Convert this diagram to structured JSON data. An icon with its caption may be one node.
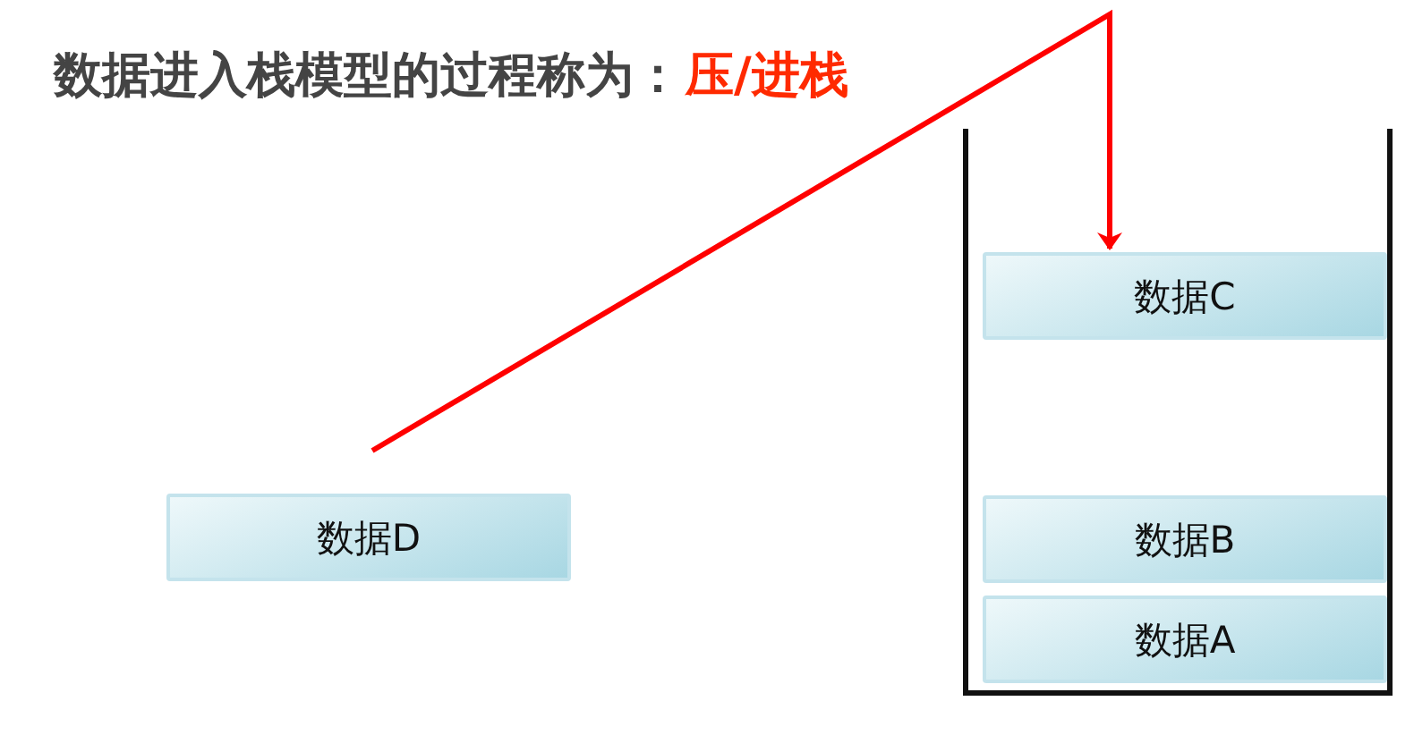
{
  "diagram": {
    "title": "数据进入栈模型的过程称为：",
    "nodes": [
      {
        "text": [],
        "shape": "box"
      },
      {
        "text": [
          "数据C"
        ],
        "in": 0
      },
      {
        "text": [
          "数据B"
        ],
        "in": 0
      },
      {
        "text": [
          "数据A"
        ],
        "in": 0
      },
      {
        "text": [
          "数据D"
        ]
      }
    ],
    "edges": [
      {
        "from": 4,
        "to": 1,
        "arrow": "to",
        "color": "#ff0000"
      }
    ],
    "labels": [
      "压/进栈"
    ]
  }
}
